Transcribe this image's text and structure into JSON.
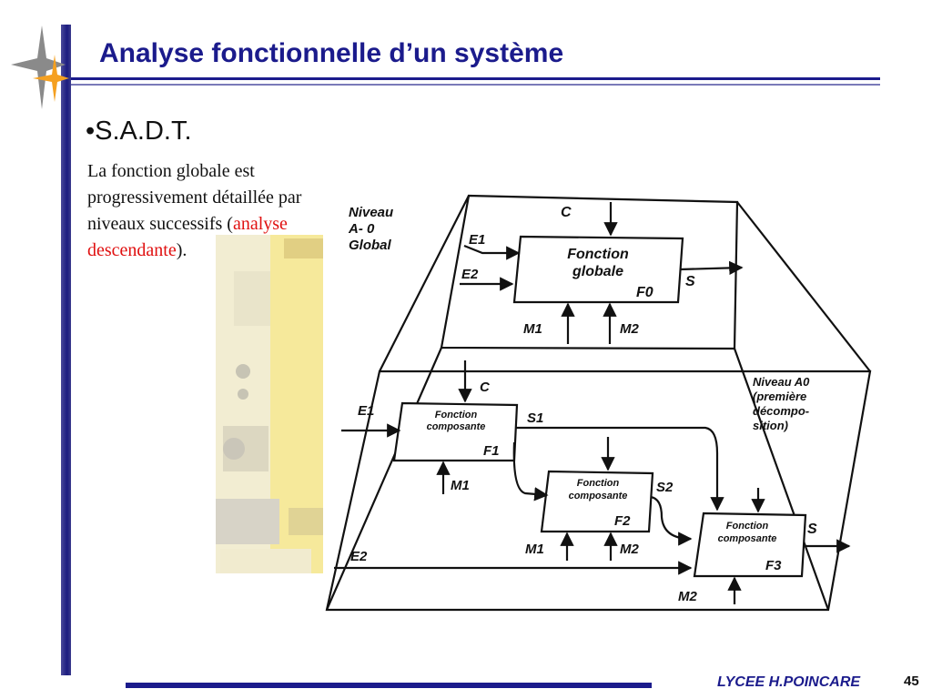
{
  "slide": {
    "title": "Analyse fonctionnelle d’un système",
    "bullet": "•S.A.D.T.",
    "paragraph_part1": "La fonction globale est progressivement détaillée par niveaux successifs (",
    "paragraph_highlight": "analyse descendante",
    "paragraph_part2": ").",
    "footer_text": "LYCEE H.POINCARE",
    "page_number": "45"
  },
  "diagram": {
    "level_top": [
      "Niveau",
      "A- 0",
      "Global"
    ],
    "level_bottom": [
      "Niveau A0",
      "(première",
      "décompo-",
      "sition)"
    ],
    "global_box": {
      "line1": "Fonction",
      "line2": "globale",
      "id": "F0"
    },
    "box1": {
      "line1": "Fonction",
      "line2": "composante",
      "id": "F1"
    },
    "box2": {
      "line1": "Fonction",
      "line2": "composante",
      "id": "F2"
    },
    "box3": {
      "line1": "Fonction",
      "line2": "composante",
      "id": "F3"
    },
    "labels": {
      "c_top": "C",
      "e1_top": "E1",
      "e2_top": "E2",
      "s_top": "S",
      "m1_top": "M1",
      "m2_top": "M2",
      "c_bottom": "C",
      "e1_bottom": "E1",
      "s1": "S1",
      "m1_f1": "M1",
      "s2": "S2",
      "m1_f2": "M1",
      "m2_f2": "M2",
      "e2_bottom": "E2",
      "s_bottom": "S",
      "m2_f3": "M2"
    },
    "colors": {
      "accent_red": "#e01010",
      "title_blue": "#1b1b8c"
    }
  }
}
